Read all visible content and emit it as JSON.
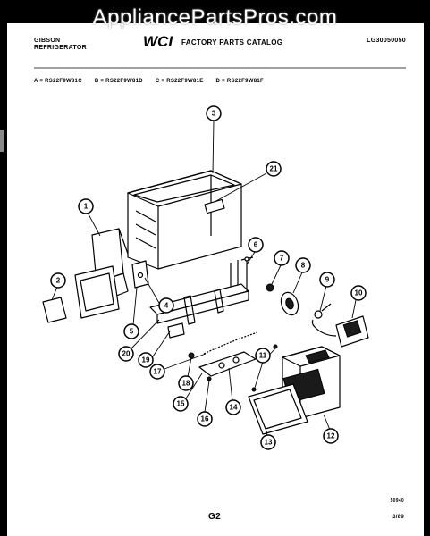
{
  "watermark": "AppliancePartsPros.com",
  "header": {
    "brand_line1": "GIBSON",
    "brand_line2": "REFRIGERATOR",
    "logo": "WCI",
    "catalog_title": "FACTORY PARTS CATALOG",
    "catalog_code": "LG30050050"
  },
  "models": [
    {
      "label": "A = RS22F9W81C"
    },
    {
      "label": "B = RS22F9W81D"
    },
    {
      "label": "C = RS22F9W81E"
    },
    {
      "label": "D = RS22F9W81F"
    }
  ],
  "callouts": [
    "1",
    "2",
    "3",
    "4",
    "5",
    "6",
    "7",
    "8",
    "9",
    "10",
    "11",
    "12",
    "13",
    "14",
    "15",
    "16",
    "17",
    "18",
    "19",
    "20",
    "21"
  ],
  "footer": {
    "bottom_mark": "50940",
    "page_label": "G2",
    "date_code": "3/89"
  }
}
